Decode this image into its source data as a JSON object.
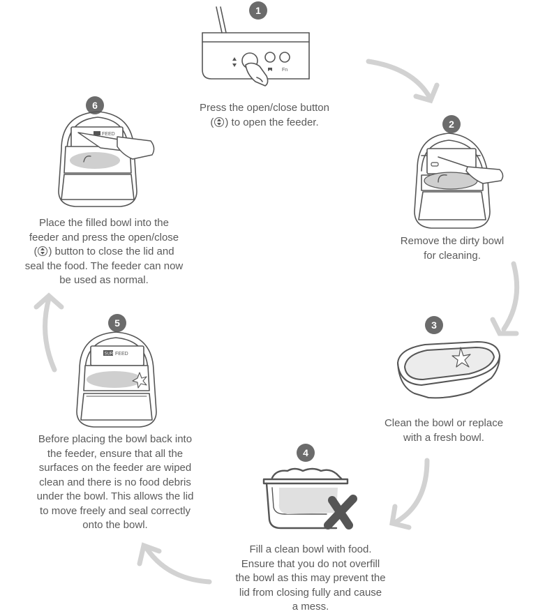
{
  "steps": [
    {
      "number": "1",
      "caption_line1": "Press the open/close button",
      "caption_pre": "(",
      "caption_post": ") to open the feeder."
    },
    {
      "number": "2",
      "caption": "Remove the dirty bowl\nfor cleaning."
    },
    {
      "number": "3",
      "caption": "Clean the bowl or replace\nwith a fresh bowl."
    },
    {
      "number": "4",
      "caption": "Fill a clean bowl with food.\nEnsure that you do not overfill\nthe bowl as this may prevent the\nlid from closing fully and cause\na mess."
    },
    {
      "number": "5",
      "caption": "Before placing the bowl back into\nthe feeder, ensure that all the\nsurfaces on the feeder are wiped\nclean and there is no food debris\nunder the bowl. This allows the lid\nto move freely and seal correctly\nonto the bowl."
    },
    {
      "number": "6",
      "caption_lines": [
        "Place the filled bowl into the",
        "feeder and press the open/close"
      ],
      "caption_pre": "(",
      "caption_mid": ") button to close the lid and",
      "caption_rest": "seal the food. The feeder can now\nbe used as normal."
    }
  ],
  "labels": {
    "fn_button": "Fn",
    "brand_left": "SURE",
    "brand_right": "FEED"
  },
  "colors": {
    "line": "#555555",
    "badge": "#6b6b6b",
    "arrow": "#d2d2d2",
    "fill_grey": "#cfcfcf",
    "bowl_inner": "#e0e0e0"
  }
}
